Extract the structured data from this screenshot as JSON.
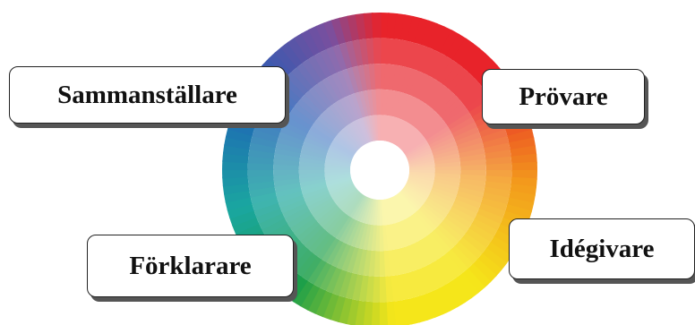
{
  "roles": {
    "sammanstallare": "Sammanställare",
    "provare": "Prövare",
    "forklarare": "Förklarare",
    "idegivare": "Idégivare"
  },
  "wheel": {
    "rings": 5,
    "colors": {
      "blue": "#1f5fb8",
      "red": "#e8232a",
      "orange": "#f39a1c",
      "yellow": "#f5e61a",
      "green": "#1a9e4a",
      "teal": "#1aa6a0"
    }
  }
}
